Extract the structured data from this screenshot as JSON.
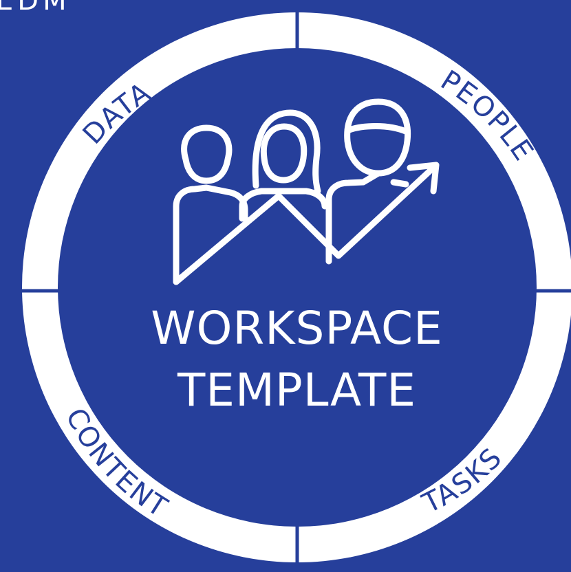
{
  "diagram": {
    "title_lines": [
      "WORKSPACE",
      "TEMPLATE"
    ],
    "segments": [
      "DATA",
      "PEOPLE",
      "TASKS",
      "CONTENT"
    ],
    "corner_logo_text": "EDM",
    "icon": "people-growth-icon"
  },
  "colors": {
    "background": "#263f9b",
    "ring": "#ffffff",
    "segment_text": "#263f9b",
    "title_text": "#ffffff"
  }
}
